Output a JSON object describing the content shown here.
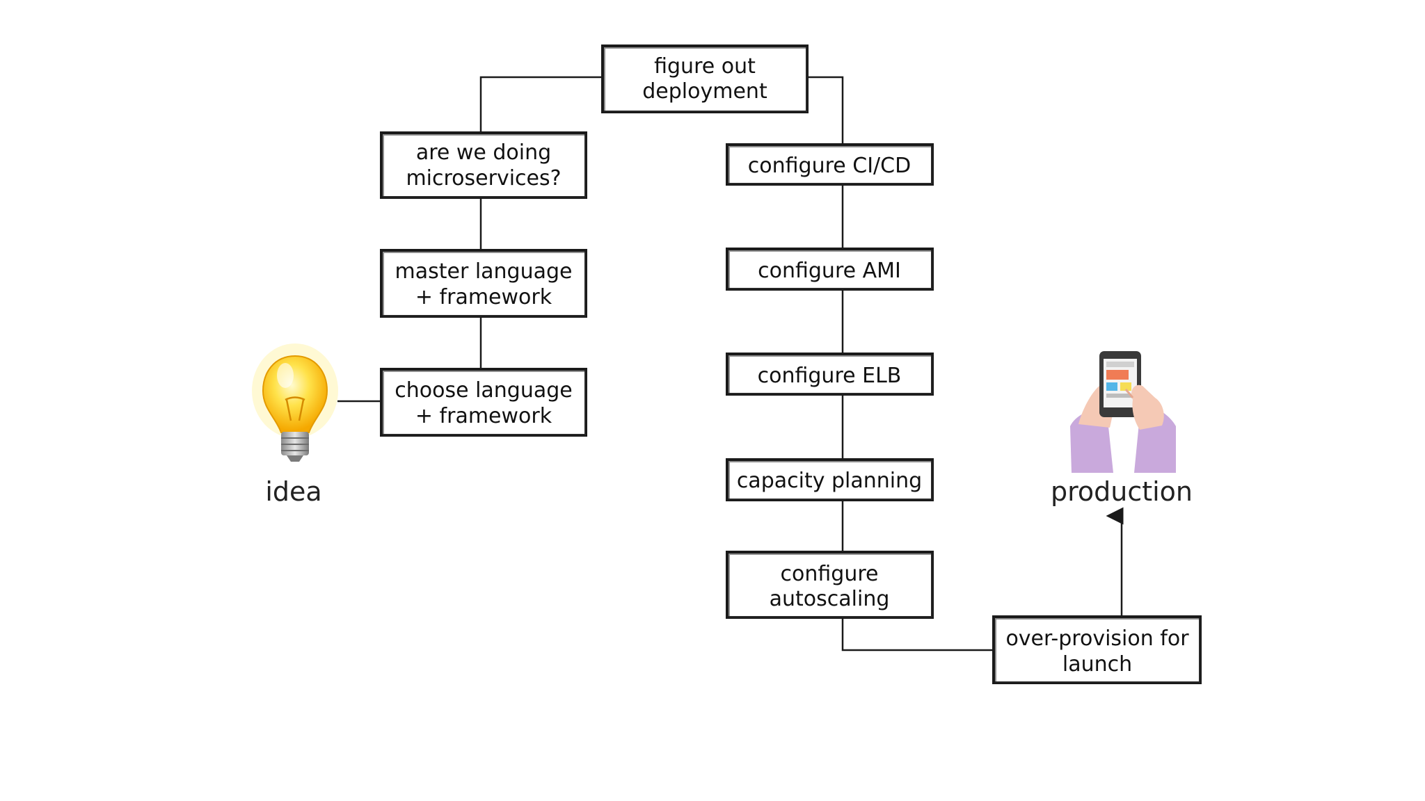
{
  "nodes": {
    "figure_out_deployment": {
      "lines": [
        "figure out",
        "deployment"
      ]
    },
    "microservices": {
      "lines": [
        "are we doing",
        "microservices?"
      ]
    },
    "master_language": {
      "lines": [
        "master language",
        "+ framework"
      ]
    },
    "choose_language": {
      "lines": [
        "choose language",
        "+ framework"
      ]
    },
    "configure_cicd": {
      "lines": [
        "configure CI/CD"
      ]
    },
    "configure_ami": {
      "lines": [
        "configure AMI"
      ]
    },
    "configure_elb": {
      "lines": [
        "configure ELB"
      ]
    },
    "capacity_planning": {
      "lines": [
        "capacity planning"
      ]
    },
    "configure_autoscaling": {
      "lines": [
        "configure",
        "autoscaling"
      ]
    },
    "over_provision": {
      "lines": [
        "over-provision for",
        "launch"
      ]
    }
  },
  "labels": {
    "idea": "idea",
    "production": "production"
  },
  "icons": {
    "idea": "lightbulb-icon",
    "production": "smartphone-hands-icon"
  },
  "colors": {
    "box_border": "#1a1a1a",
    "bulb_glass": "#ffd21f",
    "bulb_base": "#b8b8b8",
    "sleeve": "#c9a9dc",
    "skin": "#f5c9b5",
    "phone": "#3a3a3a"
  }
}
